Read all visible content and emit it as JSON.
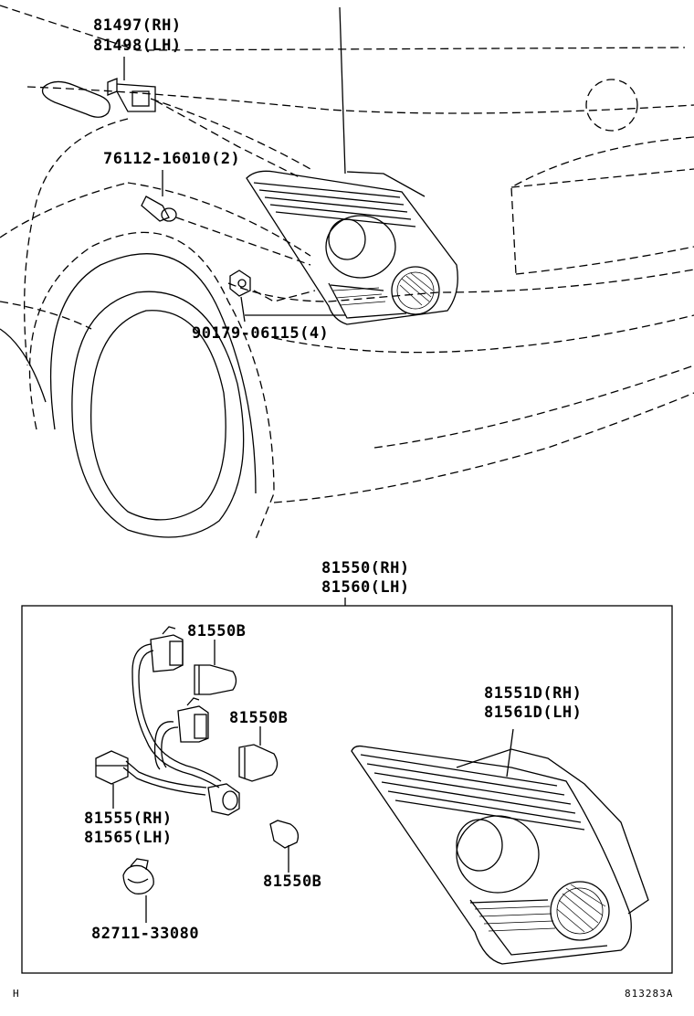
{
  "callouts": {
    "p81497": "81497(RH)",
    "p81498": "81498(LH)",
    "p76112": "76112-16010(2)",
    "p90179": "90179-06115(4)",
    "p81550": "81550(RH)",
    "p81560": "81560(LH)",
    "bulb_a": "81550B",
    "bulb_b": "81550B",
    "bulb_c": "81550B",
    "p81551d": "81551D(RH)",
    "p81561d": "81561D(LH)",
    "p81555": "81555(RH)",
    "p81565": "81565(LH)",
    "p82711": "82711-33080"
  },
  "footer": {
    "left_code": "H",
    "figure_code": "813283A"
  }
}
